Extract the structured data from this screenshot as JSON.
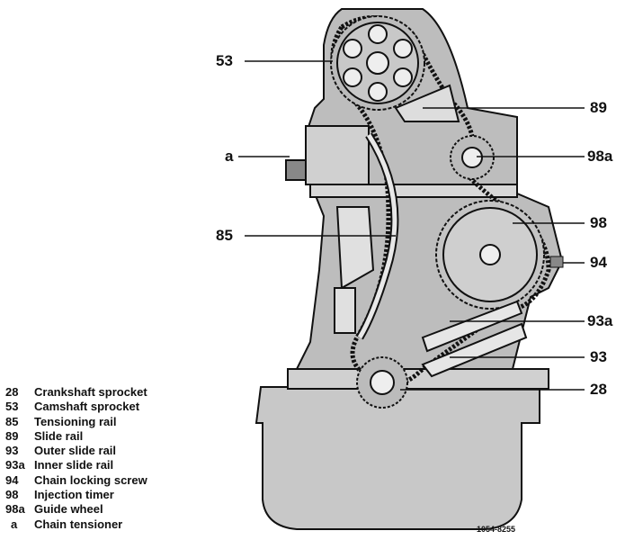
{
  "callouts": {
    "c53": "53",
    "c89": "89",
    "ca": "a",
    "c98a": "98a",
    "c85": "85",
    "c98": "98",
    "c94": "94",
    "c93a": "93a",
    "c93": "93",
    "c28": "28"
  },
  "legend": [
    {
      "num": "28",
      "label": "Crankshaft sprocket"
    },
    {
      "num": "53",
      "label": "Camshaft sprocket"
    },
    {
      "num": "85",
      "label": "Tensioning rail"
    },
    {
      "num": "89",
      "label": "Slide rail"
    },
    {
      "num": "93",
      "label": "Outer slide rail"
    },
    {
      "num": "93a",
      "label": "Inner slide rail"
    },
    {
      "num": "94",
      "label": "Chain locking screw"
    },
    {
      "num": "98",
      "label": "Injection timer"
    },
    {
      "num": "98a",
      "label": "Guide wheel"
    },
    {
      "num": "a",
      "label": "Chain tensioner"
    }
  ],
  "figure_number": "1054-8255"
}
